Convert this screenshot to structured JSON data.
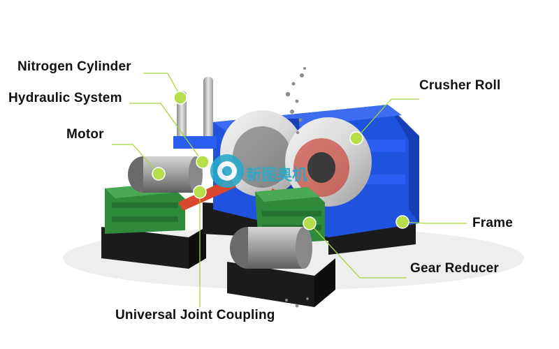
{
  "labels": {
    "nitrogen_cylinder": "Nitrogen Cylinder",
    "hydraulic_system": "Hydraulic System",
    "motor": "Motor",
    "crusher_roll": "Crusher Roll",
    "frame": "Frame",
    "gear_reducer": "Gear Reducer",
    "universal_joint_coupling": "Universal Joint Coupling"
  },
  "watermark": {
    "text": "新图奥机"
  },
  "colors": {
    "frame_blue": "#1e4fd8",
    "reducer_green": "#2f8a3c",
    "coupling_red": "#d8472e",
    "base_black": "#1a1a1a",
    "leader_green": "#a6d63c",
    "dot_green": "#b5de4a",
    "watermark_teal": "#29a9c9"
  }
}
